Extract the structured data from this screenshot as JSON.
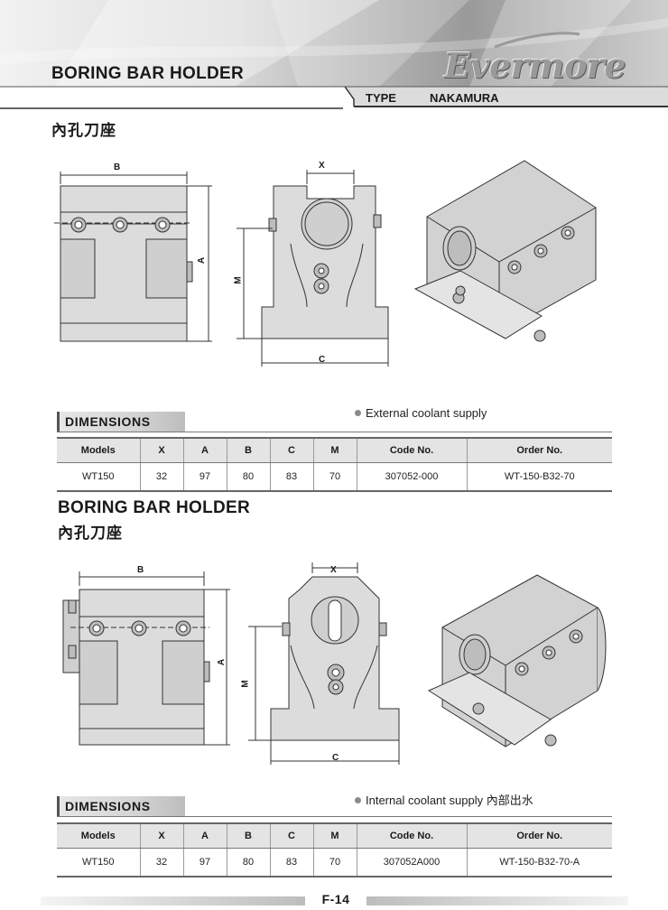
{
  "header": {
    "title": "BORING BAR HOLDER",
    "brand": "Evermore",
    "type_label": "TYPE",
    "type_value": "NAKAMURA"
  },
  "section1": {
    "subtitle_cn": "內孔刀座",
    "dims_heading": "DIMENSIONS",
    "note": "External coolant supply",
    "table": {
      "headers": [
        "Models",
        "X",
        "A",
        "B",
        "C",
        "M",
        "Code No.",
        "Order No."
      ],
      "row": [
        "WT150",
        "32",
        "97",
        "80",
        "83",
        "70",
        "307052-000",
        "WT-150-B32-70"
      ]
    },
    "dim_labels": {
      "b": "B",
      "a": "A",
      "x": "X",
      "m": "M",
      "c": "C"
    }
  },
  "section2": {
    "title": "BORING BAR HOLDER",
    "subtitle_cn": "內孔刀座",
    "dims_heading": "DIMENSIONS",
    "note": "Internal coolant supply 內部出水",
    "table": {
      "headers": [
        "Models",
        "X",
        "A",
        "B",
        "C",
        "M",
        "Code No.",
        "Order No."
      ],
      "row": [
        "WT150",
        "32",
        "97",
        "80",
        "83",
        "70",
        "307052A000",
        "WT-150-B32-70-A"
      ]
    },
    "dim_labels": {
      "b": "B",
      "a": "A",
      "x": "X",
      "m": "M",
      "c": "C"
    }
  },
  "footer": {
    "page": "F-14"
  }
}
